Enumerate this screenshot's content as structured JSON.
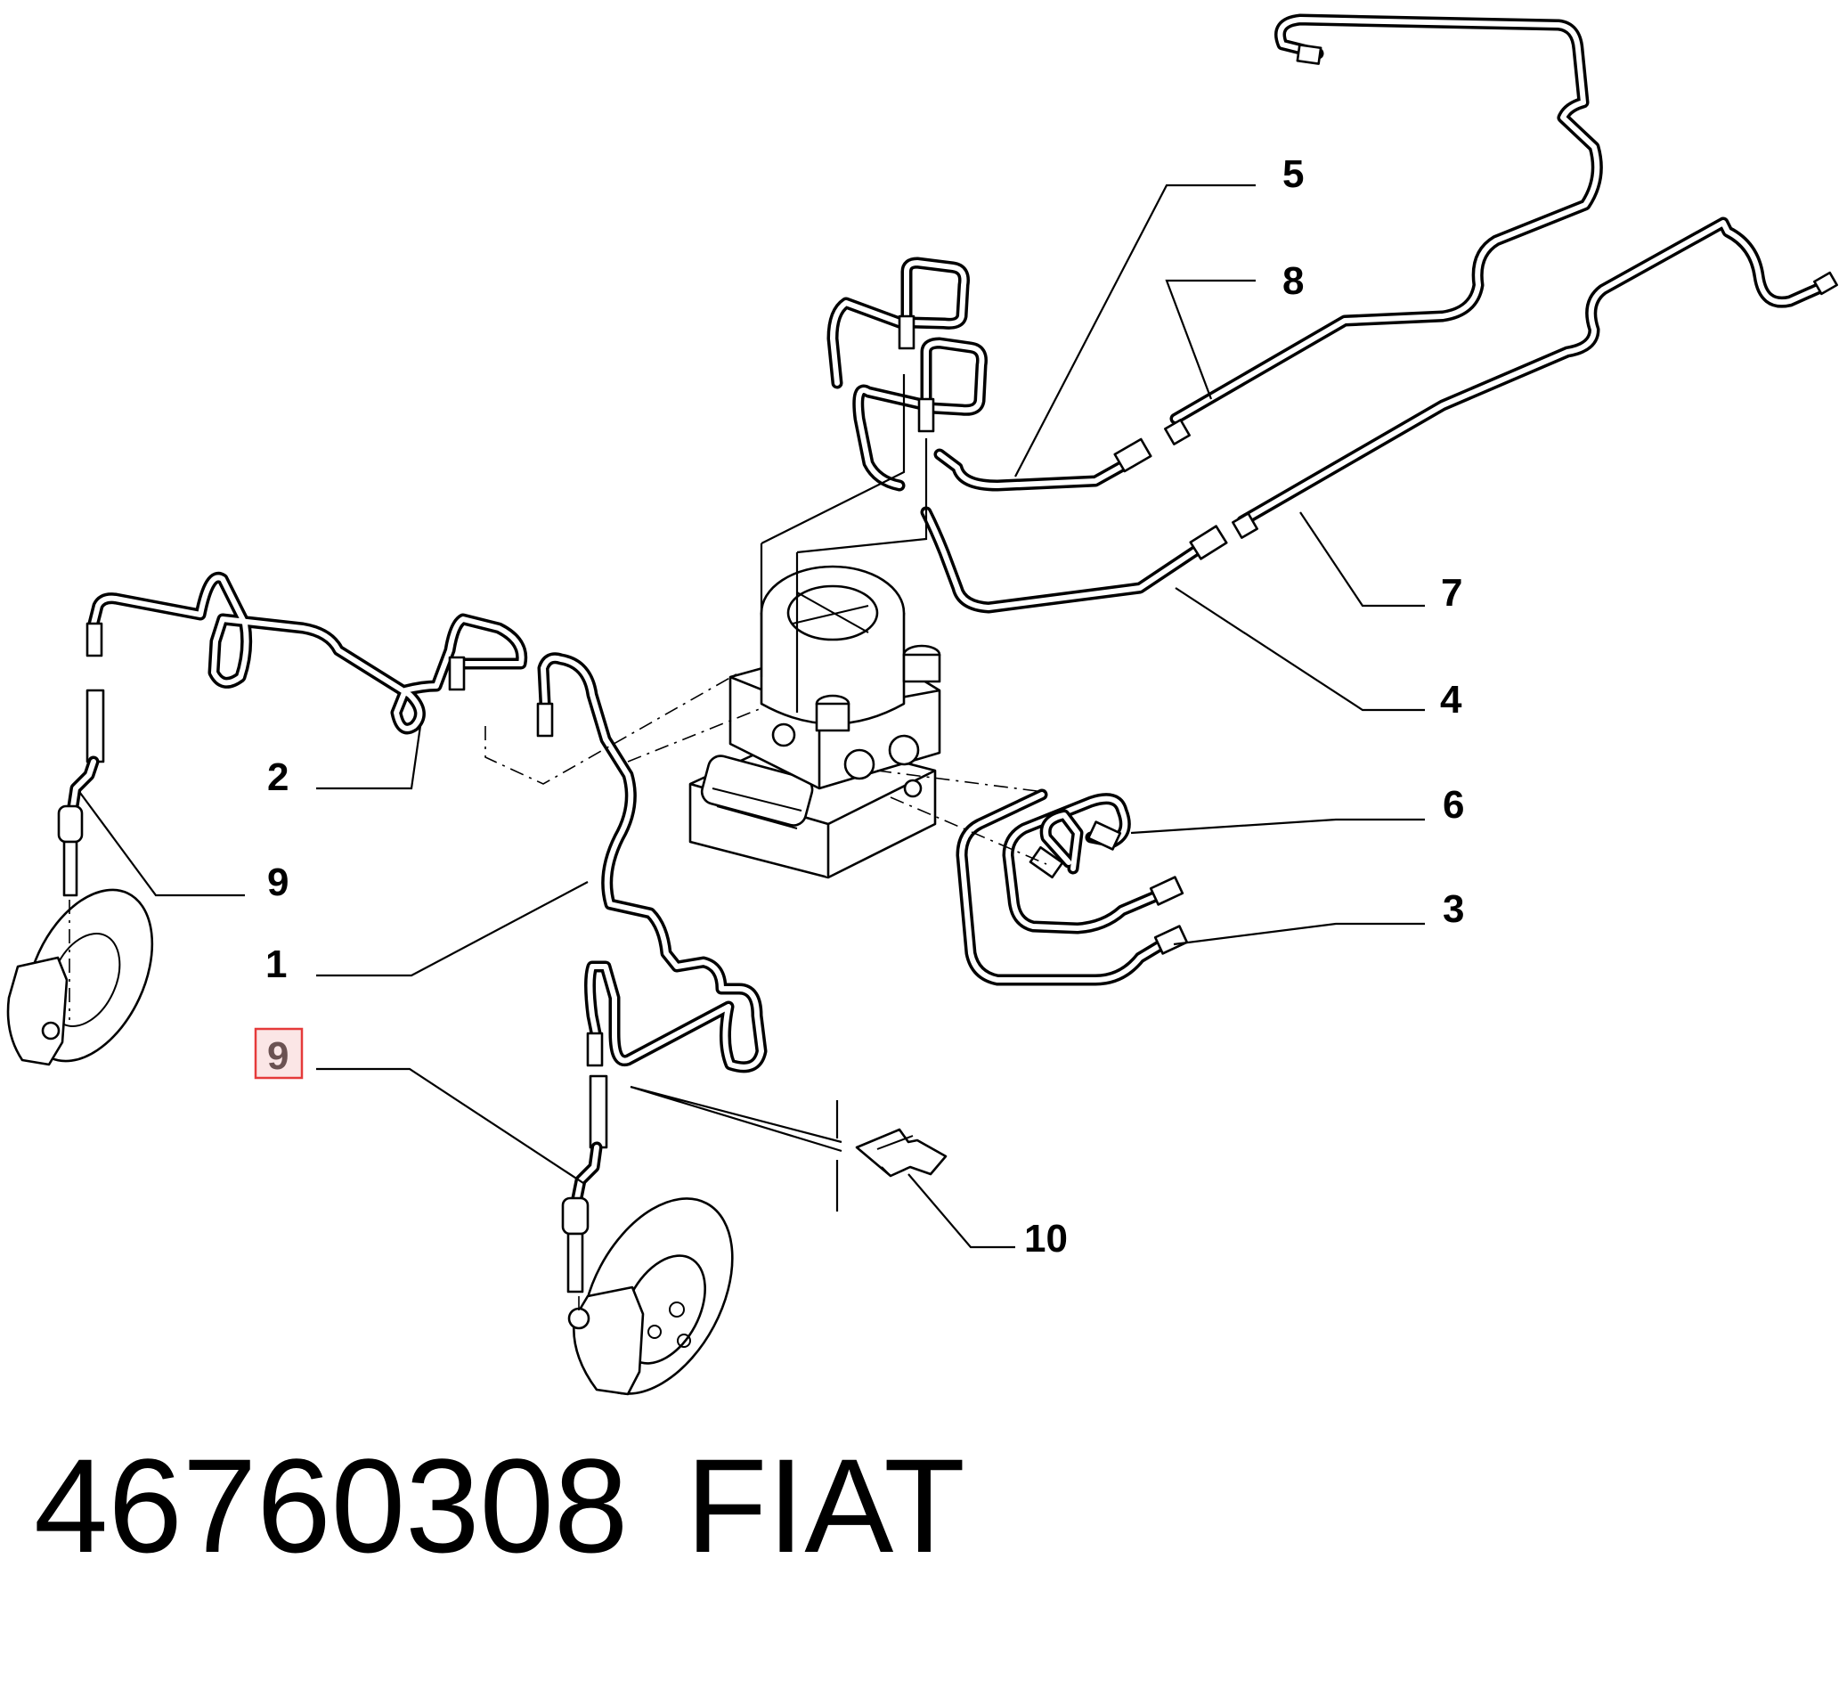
{
  "diagram": {
    "callouts": [
      {
        "id": "1",
        "label": "1",
        "highlighted": false
      },
      {
        "id": "2",
        "label": "2",
        "highlighted": false
      },
      {
        "id": "3",
        "label": "3",
        "highlighted": false
      },
      {
        "id": "4",
        "label": "4",
        "highlighted": false
      },
      {
        "id": "5",
        "label": "5",
        "highlighted": false
      },
      {
        "id": "6",
        "label": "6",
        "highlighted": false
      },
      {
        "id": "7",
        "label": "7",
        "highlighted": false
      },
      {
        "id": "8",
        "label": "8",
        "highlighted": false
      },
      {
        "id": "9a",
        "label": "9",
        "highlighted": false
      },
      {
        "id": "9b",
        "label": "9",
        "highlighted": true
      },
      {
        "id": "10",
        "label": "10",
        "highlighted": false
      }
    ],
    "highlight_color": "#e53a3a"
  },
  "footer": {
    "part_number": "46760308",
    "brand": "FIAT"
  }
}
